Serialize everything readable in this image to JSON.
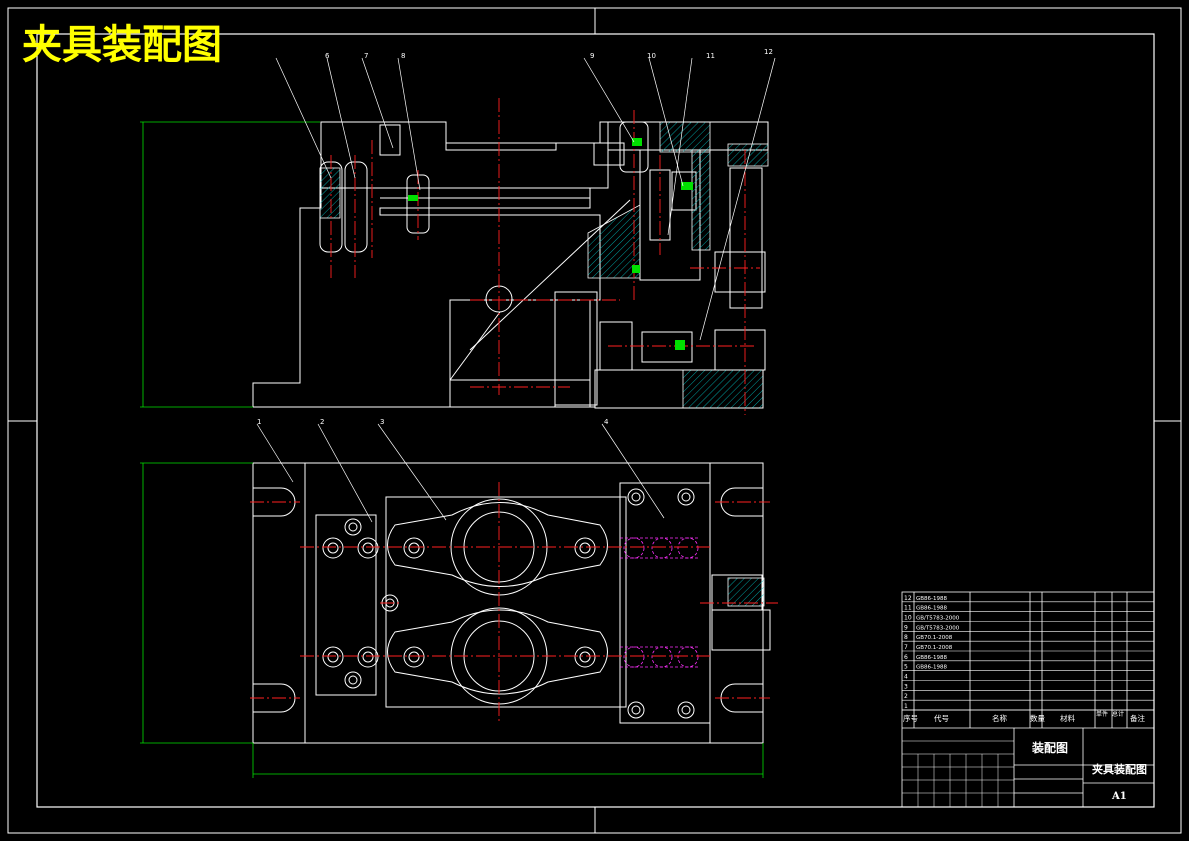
{
  "drawing": {
    "title": "夹具装配图",
    "sheet_title": "装配图",
    "name_cell": "夹具装配图",
    "size": "A1"
  },
  "balloons_top": [
    "6",
    "7",
    "8",
    "9",
    "10",
    "11",
    "12"
  ],
  "balloons_bottom": [
    "1",
    "2",
    "3",
    "4"
  ],
  "parts_list": {
    "header": [
      "序号",
      "代号",
      "名称",
      "数量",
      "材料",
      "单件",
      "总计",
      "备注"
    ],
    "rows": [
      {
        "no": "12",
        "code": "GB86-1988"
      },
      {
        "no": "11",
        "code": "GB86-1988"
      },
      {
        "no": "10",
        "code": "GB/T5783-2000"
      },
      {
        "no": "9",
        "code": "GB/T5783-2000"
      },
      {
        "no": "8",
        "code": "GB70.1-2008"
      },
      {
        "no": "7",
        "code": "GB70.1-2008"
      },
      {
        "no": "6",
        "code": "GB86-1988"
      },
      {
        "no": "5",
        "code": "GB86-1988"
      },
      {
        "no": "4",
        "code": ""
      },
      {
        "no": "3",
        "code": ""
      },
      {
        "no": "2",
        "code": ""
      },
      {
        "no": "1",
        "code": ""
      }
    ]
  },
  "colors": {
    "outline": "#ffffff",
    "centerline": "#ff2020",
    "dimension": "#00e000",
    "hatch": "#00c8c8",
    "leader": "#ffffff",
    "hidden": "#ff30ff",
    "title_text": "#ffff00"
  }
}
